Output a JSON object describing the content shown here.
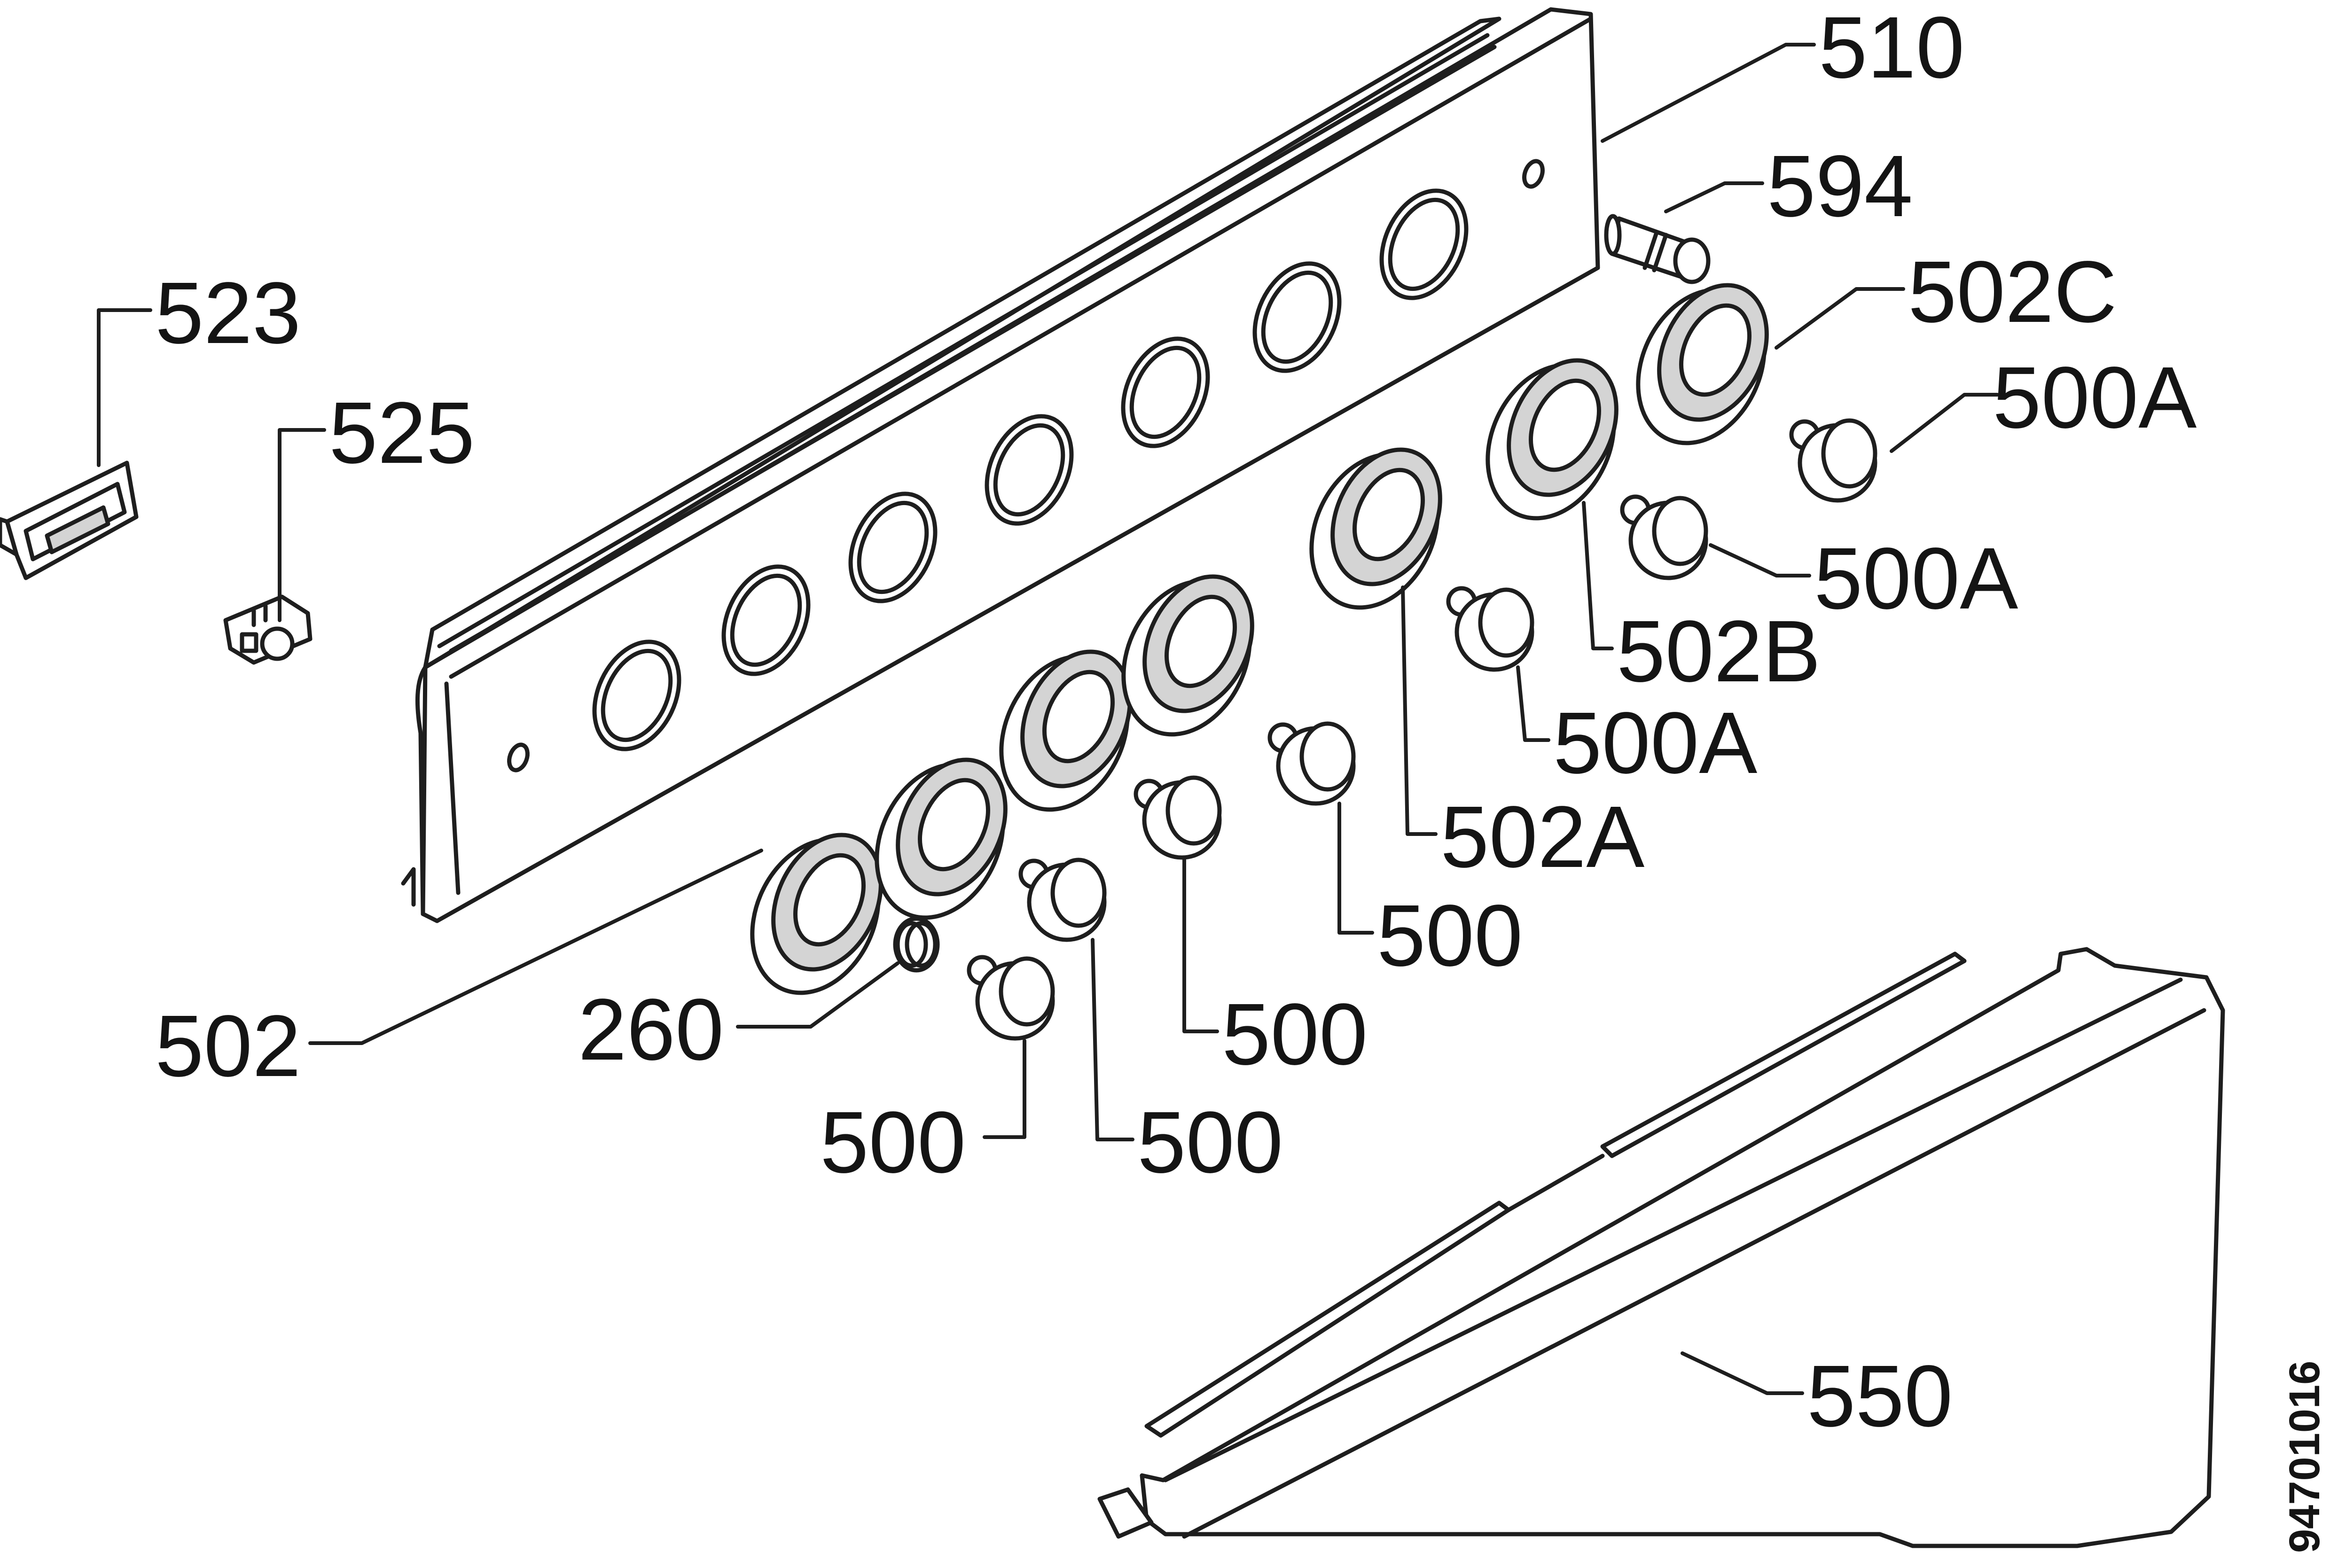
{
  "diagram": {
    "drawing_code": "94701016",
    "callouts": {
      "panel": "510",
      "indicator_lamp": "594",
      "switch": "523",
      "switch_small": "525",
      "bezel_c": "502C",
      "knob_a_1": "500A",
      "knob_a_2": "500A",
      "knob_a_3": "500A",
      "bezel_b": "502B",
      "bezel_a": "502A",
      "knob_1": "500",
      "knob_2": "500",
      "knob_3": "500",
      "knob_4": "500",
      "bezel": "502",
      "spring": "260",
      "trim_strip": "550"
    }
  }
}
